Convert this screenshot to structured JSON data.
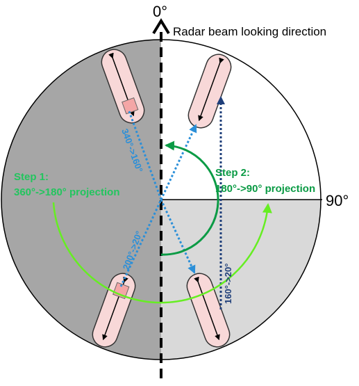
{
  "labels": {
    "zero_degree": "0°",
    "ninety_degree": "90°",
    "radar_direction": "Radar beam looking direction",
    "step1_title": "Step 1:",
    "step1_desc": "360°->180° projection",
    "step2_title": "Step 2:",
    "step2_desc": "180°->90° projection",
    "arrow_340_160": "340°->160°",
    "arrow_200_20": "200°->20°",
    "arrow_160_20": "160°->20°"
  },
  "colors": {
    "dark_quadrant": "#a6a6a6",
    "light_quadrant": "#d9d9d9",
    "step1_green": "#22c55e",
    "step1_light_green": "#66ee22",
    "step2_green": "#0b9b45",
    "blue_dotted": "#2b8fd8",
    "navy_dotted": "#1f3f7a",
    "vehicle_fill": "#f8d8d8",
    "vehicle_stroke": "#333333"
  },
  "icons": {
    "vehicle": "vehicle-capsule-icon",
    "arrow": "arrow-head-icon"
  }
}
